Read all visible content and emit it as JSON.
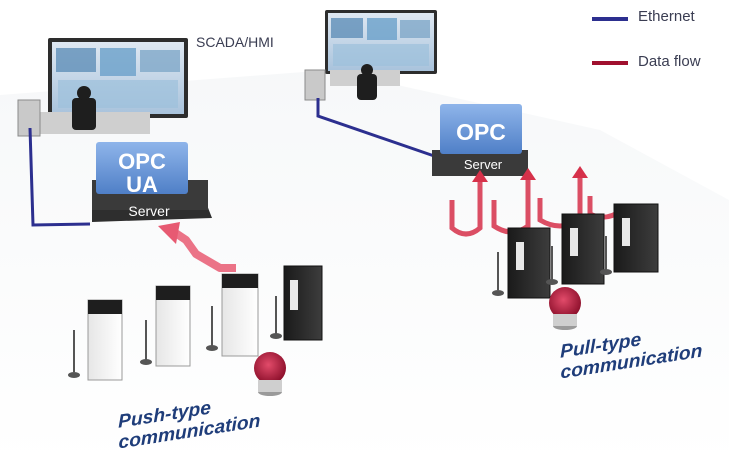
{
  "legend": {
    "items": [
      {
        "label": "Ethernet",
        "color": "#2c2f8f"
      },
      {
        "label": "Data flow",
        "color": "#a0102e"
      }
    ]
  },
  "workstation_label": "SCADA/HMI",
  "left_server": {
    "line1": "OPC",
    "line2": "UA",
    "base": "Server"
  },
  "right_server": {
    "line1": "OPC",
    "base": "Server"
  },
  "push_label": {
    "line1": "Push-type",
    "line2": "communication"
  },
  "pull_label": {
    "line1": "Pull-type",
    "line2": "communication"
  },
  "colors": {
    "ethernet": "#2c2f8f",
    "data_flow": "#d6314a",
    "server_blue": "#6f9ad6",
    "server_base": "#3a3a3a"
  }
}
